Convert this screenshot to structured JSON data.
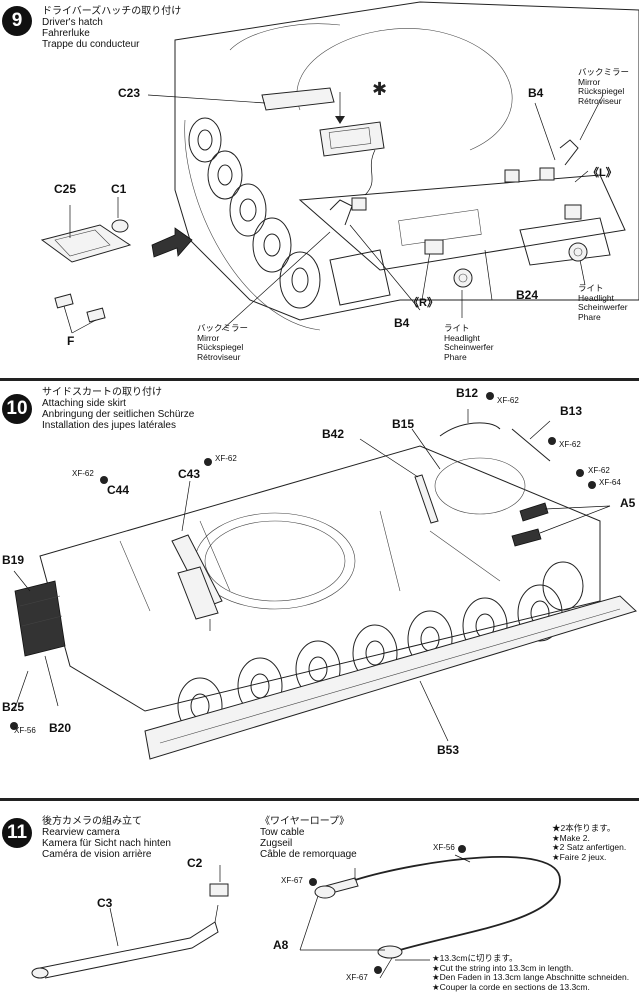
{
  "step9": {
    "number": "9",
    "title_jp": "ドライバーズハッチの取り付け",
    "title_en": "Driver's hatch",
    "title_de": "Fahrerluke",
    "title_fr": "Trappe du conducteur",
    "parts": {
      "c23": "C23",
      "c25": "C25",
      "c1": "C1",
      "f": "F",
      "b4_top": "B4",
      "b4_bottom": "B4",
      "b24": "B24"
    },
    "mirror_right": {
      "jp": "バックミラー",
      "en": "Mirror",
      "de": "Rückspiegel",
      "fr": "Rétroviseur"
    },
    "mirror_left": {
      "jp": "バックミラー",
      "en": "Mirror",
      "de": "Rückspiegel",
      "fr": "Rétroviseur"
    },
    "headlight_right": {
      "jp": "ライト",
      "en": "Headlight",
      "de": "Scheinwerfer",
      "fr": "Phare"
    },
    "headlight_left": {
      "jp": "ライト",
      "en": "Headlight",
      "de": "Scheinwerfer",
      "fr": "Phare"
    },
    "side_r": "《R》",
    "side_l": "《L》"
  },
  "step10": {
    "number": "10",
    "title_jp": "サイドスカートの取り付け",
    "title_en": "Attaching side skirt",
    "title_de": "Anbringung der seitlichen Schürze",
    "title_fr": "Installation des jupes latérales",
    "parts": {
      "b12": "B12",
      "b13": "B13",
      "b42": "B42",
      "b15": "B15",
      "c43": "C43",
      "c44": "C44",
      "a5": "A5",
      "b19": "B19",
      "b25": "B25",
      "b20": "B20",
      "b53": "B53"
    },
    "paints": {
      "b12": "XF-62",
      "b13": "XF-62",
      "c43": "XF-62",
      "c44": "XF-62",
      "a5_1": "XF-62",
      "a5_2": "XF-64",
      "b25": "XF-56"
    }
  },
  "step11": {
    "number": "11",
    "title_jp": "後方カメラの組み立て",
    "title_en": "Rearview camera",
    "title_de": "Kamera für Sicht nach hinten",
    "title_fr": "Caméra de vision arrière",
    "parts": {
      "c2": "C2",
      "c3": "C3",
      "a8": "A8"
    },
    "cable_title": {
      "jp": "《ワイヤーロープ》",
      "en": "Tow cable",
      "de": "Zugseil",
      "fr": "Câble de remorquage"
    },
    "make2": {
      "jp": "★2本作ります。",
      "en": "★Make 2.",
      "de": "★2 Satz anfertigen.",
      "fr": "★Faire 2 jeux."
    },
    "cut_note": {
      "jp": "★13.3cmに切ります。",
      "en": "★Cut the string into 13.3cm in length.",
      "de": "★Den Faden in 13.3cm lange Abschnitte schneiden.",
      "fr": "★Couper la corde en sections de 13.3cm."
    },
    "paints": {
      "cable": "XF-56",
      "a8_top": "XF-67",
      "a8_bottom": "XF-67"
    }
  }
}
